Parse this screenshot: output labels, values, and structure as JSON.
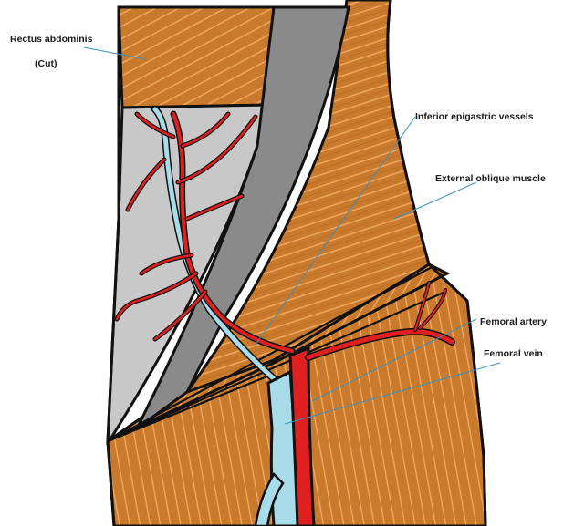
{
  "labels": {
    "rectus_line1": "Rectus abdominis",
    "rectus_line2": "(Cut)",
    "inferior_epigastric": "Inferior epigastric vessels",
    "external_oblique": "External oblique muscle",
    "femoral_artery": "Femoral artery",
    "femoral_vein": "Femoral vein"
  },
  "colors": {
    "muscle": "#c97a2c",
    "muscle_stripe": "#f0a860",
    "fascia": "#c8c8c8",
    "sheath": "#8a8a8a",
    "artery": "#e02020",
    "vein": "#a8dce8",
    "outline": "#111111",
    "leader": "#3a8fc0"
  }
}
